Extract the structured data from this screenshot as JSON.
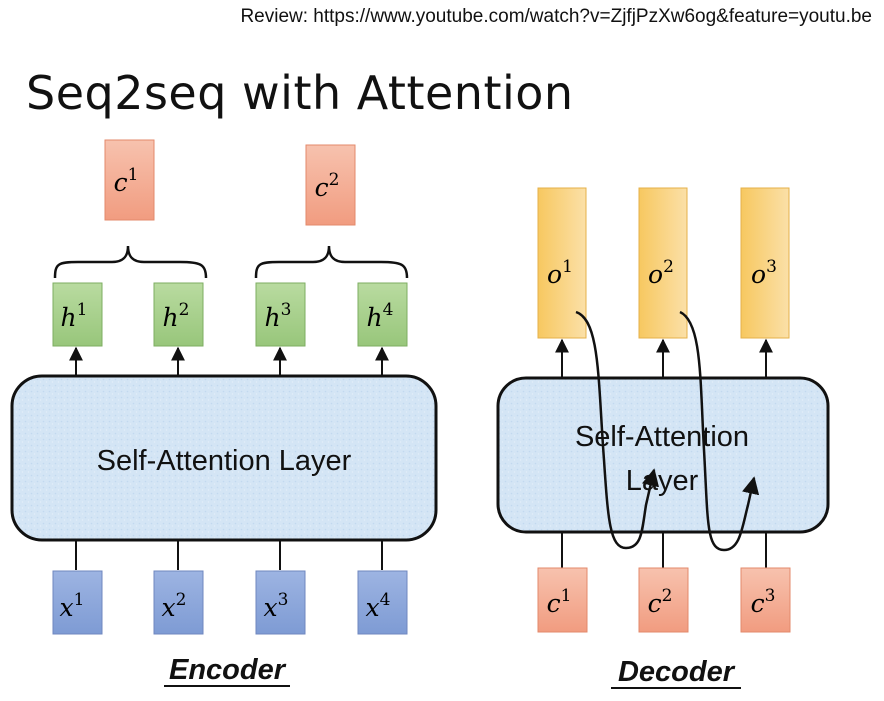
{
  "review_text": "Review: https://www.youtube.com/watch?v=ZjfjPzXw6og&feature=youtu.be",
  "title": "Seq2seq with Attention",
  "encoder": {
    "caption": "Encoder",
    "layer_label": "Self-Attention Layer",
    "inputs": [
      {
        "base": "x",
        "sup": "1"
      },
      {
        "base": "x",
        "sup": "2"
      },
      {
        "base": "x",
        "sup": "3"
      },
      {
        "base": "x",
        "sup": "4"
      }
    ],
    "outputs": [
      {
        "base": "h",
        "sup": "1"
      },
      {
        "base": "h",
        "sup": "2"
      },
      {
        "base": "h",
        "sup": "3"
      },
      {
        "base": "h",
        "sup": "4"
      }
    ],
    "contexts": [
      {
        "base": "c",
        "sup": "1"
      },
      {
        "base": "c",
        "sup": "2"
      }
    ]
  },
  "decoder": {
    "caption": "Decoder",
    "layer_label_line1": "Self-Attention",
    "layer_label_line2": "Layer",
    "inputs": [
      {
        "base": "c",
        "sup": "1"
      },
      {
        "base": "c",
        "sup": "2"
      },
      {
        "base": "c",
        "sup": "3"
      }
    ],
    "outputs": [
      {
        "base": "o",
        "sup": "1"
      },
      {
        "base": "o",
        "sup": "2"
      },
      {
        "base": "o",
        "sup": "3"
      }
    ]
  },
  "colors": {
    "input_blue": "#8FA9DC",
    "hidden_green": "#A9D18E",
    "context_salmon": "#F4B19A",
    "output_yellow": "#FAD58A",
    "layer_fill": "#D6E6F5"
  }
}
